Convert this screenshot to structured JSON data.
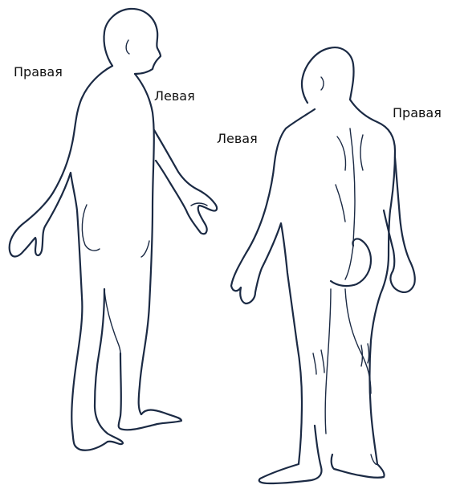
{
  "labels": {
    "front_right": "Правая",
    "front_left": "Левая",
    "back_left": "Левая",
    "back_right": "Правая"
  },
  "colors": {
    "stroke": "#1b2a44",
    "background": "#ffffff",
    "text": "#111111"
  }
}
